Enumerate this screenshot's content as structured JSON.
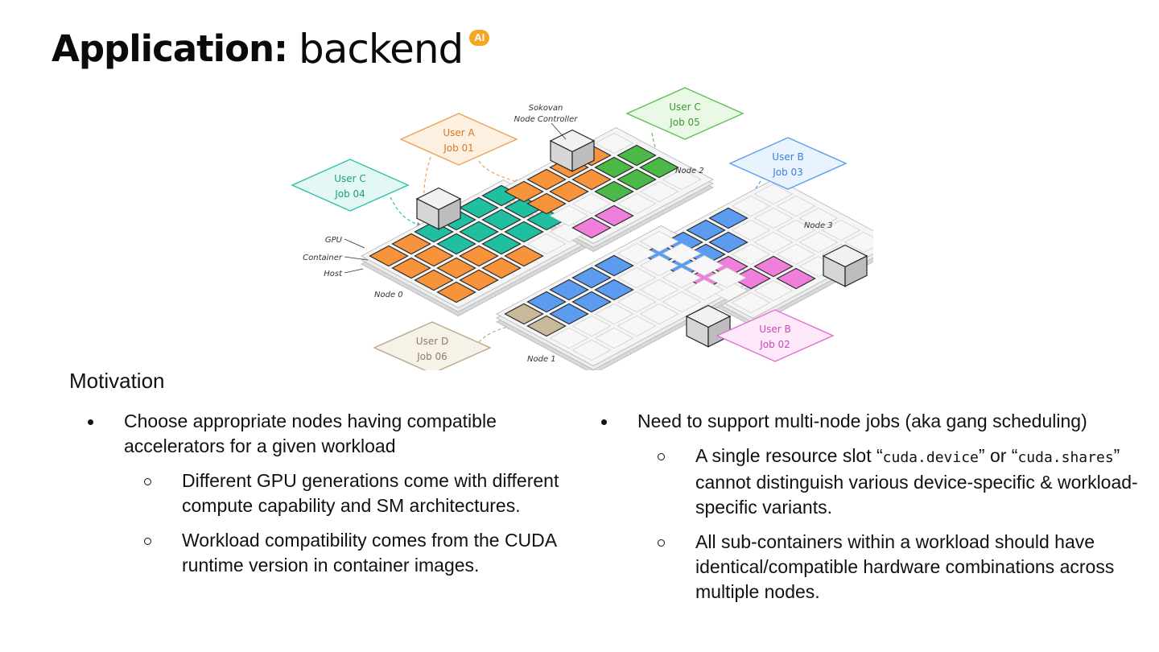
{
  "title": {
    "prefix": "Application:",
    "brand": "backend",
    "badge": "AI"
  },
  "diagram": {
    "jobs": [
      {
        "user": "User A",
        "job": "Job 01"
      },
      {
        "user": "User C",
        "job": "Job 05"
      },
      {
        "user": "User B",
        "job": "Job 03"
      },
      {
        "user": "User C",
        "job": "Job 04"
      },
      {
        "user": "User D",
        "job": "Job 06"
      },
      {
        "user": "User B",
        "job": "Job 02"
      }
    ],
    "nodes": [
      "Node 0",
      "Node 1",
      "Node 2",
      "Node 3"
    ],
    "controller": [
      "Sokovan",
      "Node Controller"
    ],
    "legend": [
      "GPU",
      "Container",
      "Host"
    ],
    "colors": {
      "orange": "#f7933a",
      "green": "#4cb848",
      "teal": "#1fbfa0",
      "blue": "#5b9cf0",
      "pink": "#f07fdc",
      "tan": "#c8b99a",
      "badge": "#f5a623"
    }
  },
  "motivation": {
    "heading": "Motivation",
    "left": {
      "bullet": "Choose appropriate nodes having compatible accelerators for a given workload",
      "subs": [
        "Different GPU generations come with different compute capability and SM architectures.",
        "Workload compatibility comes from the CUDA runtime version in container images."
      ]
    },
    "right": {
      "bullet": "Need to support multi-node jobs (aka gang scheduling)",
      "sub1": {
        "open1": "A single resource slot “",
        "code1": "cuda.device",
        "mid": "” or “",
        "code2": "cuda.shares",
        "rest": "” cannot distinguish various device-specific & workload-specific variants."
      },
      "sub2": "All sub-containers within a workload should have identical/compatible hardware combinations across multiple nodes."
    }
  }
}
